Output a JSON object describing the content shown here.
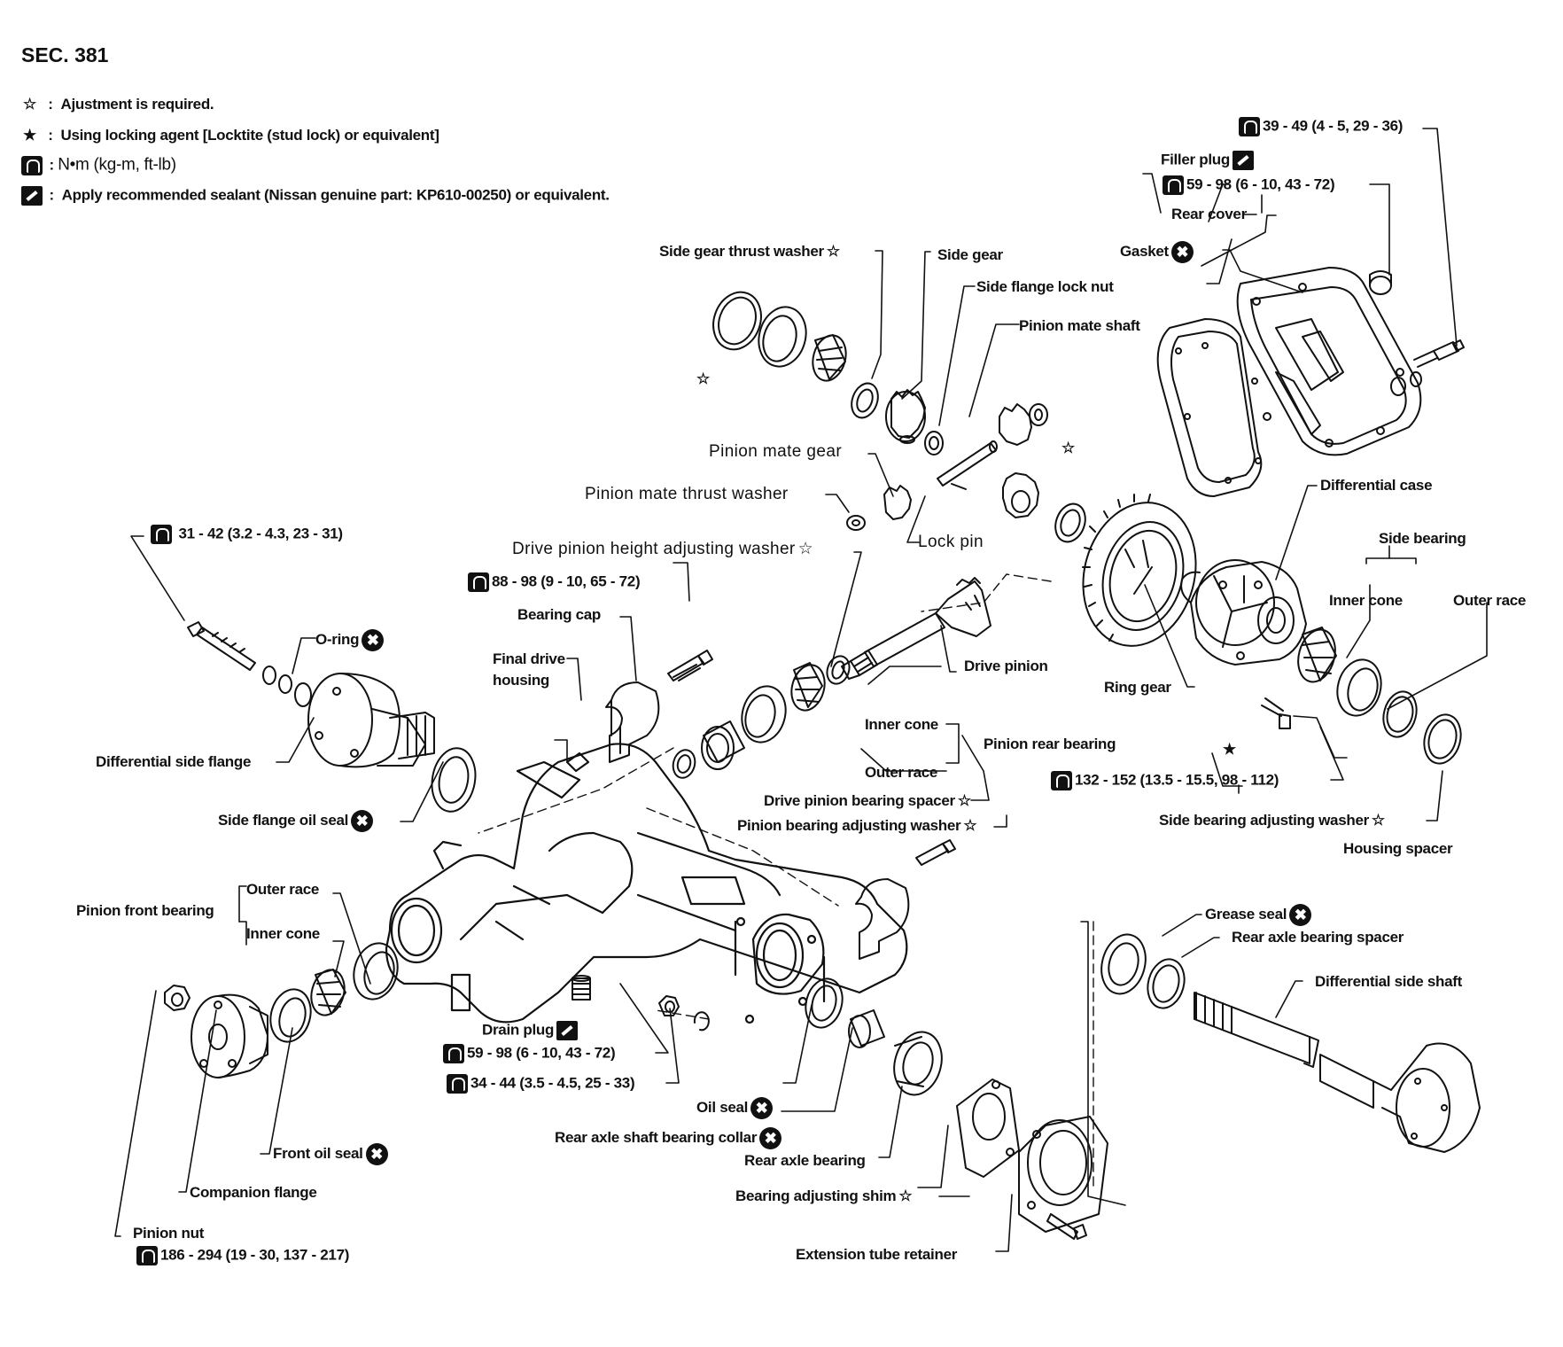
{
  "section": "SEC. 381",
  "legend": {
    "adjustment": "Ajustment is required.",
    "locking": "Using locking agent [Locktite (stud lock) or equivalent]",
    "torque_units": "N•m  (kg-m,  ft-lb)",
    "sealant": "Apply recommended sealant (Nissan genuine part: KP610-00250) or equivalent."
  },
  "symbols": {
    "open_star": "☆",
    "filled_star": "★",
    "colon": ":",
    "replace": "✖"
  },
  "labels": {
    "side_gear_thrust_washer": "Side gear thrust washer",
    "side_gear": "Side gear",
    "side_flange_lock_nut": "Side flange lock nut",
    "pinion_mate_shaft": "Pinion mate shaft",
    "pinion_mate_gear": "Pinion mate gear",
    "pinion_mate_thrust_washer": "Pinion mate thrust washer",
    "lock_pin": "Lock pin",
    "drive_pinion_height_adjusting_washer": "Drive pinion height adjusting washer",
    "bearing_cap": "Bearing cap",
    "final_drive_housing_1": "Final drive",
    "final_drive_housing_2": "housing",
    "o_ring": "O-ring",
    "differential_side_flange": "Differential side flange",
    "side_flange_oil_seal": "Side flange oil seal",
    "pinion_front_bearing": "Pinion front bearing",
    "outer_race": "Outer race",
    "inner_cone": "Inner cone",
    "drive_pinion": "Drive pinion",
    "ring_gear": "Ring gear",
    "pinion_rear_bearing": "Pinion rear bearing",
    "drive_pinion_bearing_spacer": "Drive pinion bearing spacer",
    "pinion_bearing_adjusting_washer": "Pinion bearing adjusting washer",
    "filler_plug": "Filler plug",
    "rear_cover": "Rear cover",
    "gasket": "Gasket",
    "differential_case": "Differential case",
    "side_bearing": "Side bearing",
    "side_bearing_adjusting_washer": "Side bearing adjusting washer",
    "housing_spacer": "Housing spacer",
    "grease_seal": "Grease seal",
    "rear_axle_bearing_spacer": "Rear axle bearing spacer",
    "differential_side_shaft": "Differential side shaft",
    "drain_plug": "Drain plug",
    "oil_seal": "Oil seal",
    "rear_axle_shaft_bearing_collar": "Rear axle shaft bearing collar",
    "rear_axle_bearing": "Rear axle bearing",
    "bearing_adjusting_shim": "Bearing adjusting shim",
    "extension_tube_retainer": "Extension tube retainer",
    "front_oil_seal": "Front oil seal",
    "companion_flange": "Companion flange",
    "pinion_nut": "Pinion nut"
  },
  "torques": {
    "rear_cover_bolt": "39 - 49 (4 - 5, 29 - 36)",
    "filler_plug": "59 - 98 (6 - 10, 43 - 72)",
    "side_flange_bolt": "31  -  42  (3.2  -  4.3,  23  -  31)",
    "bearing_cap": "88 - 98 (9 - 10, 65 - 72)",
    "ring_gear_bolt": "132 - 152 (13.5 - 15.5, 98 - 112)",
    "drain_plug": "59 - 98 (6 - 10, 43 - 72)",
    "nut": "34 - 44 (3.5 - 4.5, 25 - 33)",
    "pinion_nut": "186 - 294 (19 - 30, 137 - 217)"
  }
}
